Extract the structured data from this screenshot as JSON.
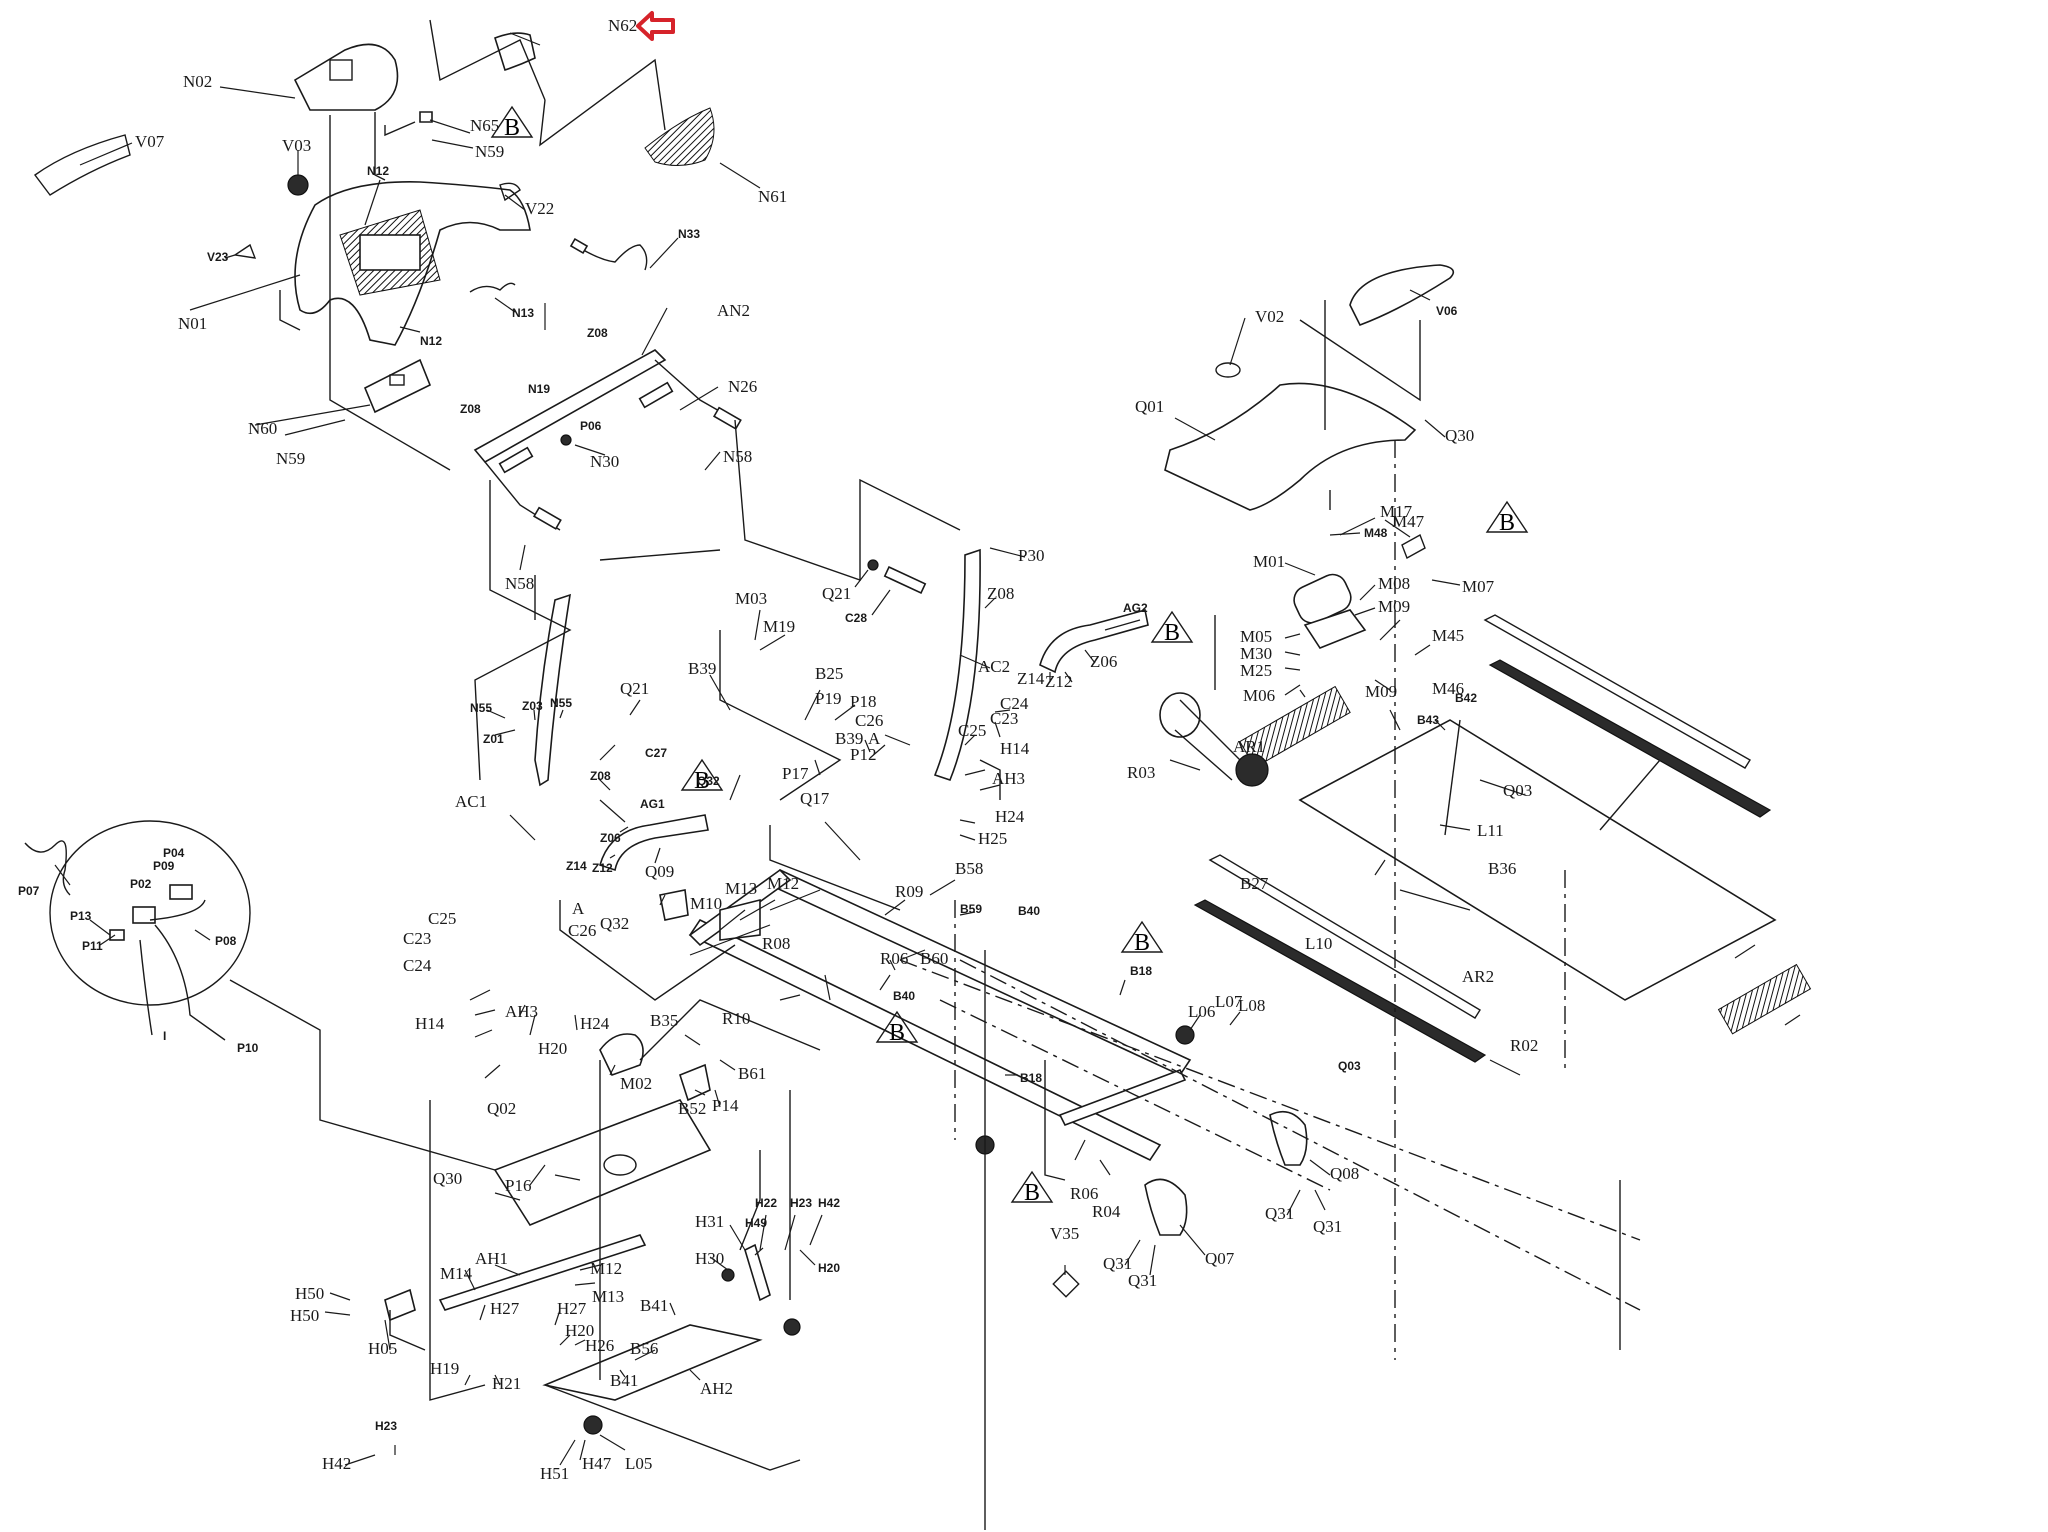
{
  "title": "Treadmill exploded parts diagram",
  "highlight": {
    "part": "N62",
    "arrow_color": "#d6232a",
    "arrow_icon": "left-arrow-icon"
  },
  "revision_marker": "B",
  "labels": {
    "N62": "N62",
    "N02": "N02",
    "N65": "N65",
    "N59": "N59",
    "N61": "N61",
    "V07": "V07",
    "V03": "V03",
    "N12": "N12",
    "V22": "V22",
    "N33": "N33",
    "V23": "V23",
    "N01": "N01",
    "N13": "N13",
    "N12b": "N12",
    "Z08a": "Z08",
    "AN2": "AN2",
    "N19": "N19",
    "N26": "N26",
    "Z08b": "Z08",
    "P06": "P06",
    "N60": "N60",
    "N59b": "N59",
    "N30": "N30",
    "N58a": "N58",
    "N58b": "N58",
    "V02": "V02",
    "V06": "V06",
    "Q01": "Q01",
    "Q30a": "Q30",
    "M17": "M17",
    "M48": "M48",
    "M47": "M47",
    "M01": "M01",
    "M08": "M08",
    "M07": "M07",
    "M09a": "M09",
    "M05": "M05",
    "M30": "M30",
    "M25": "M25",
    "M06": "M06",
    "M45": "M45",
    "M09b": "M09",
    "M46": "M46",
    "B42": "B42",
    "B43": "B43",
    "AR1": "AR1",
    "R03": "R03",
    "Q03a": "Q03",
    "L11": "L11",
    "B36": "B36",
    "B27": "B27",
    "L10": "L10",
    "AR2": "AR2",
    "R02": "R02",
    "Q03b": "Q03",
    "P30": "P30",
    "Q21a": "Q21",
    "C28": "C28",
    "Z08c": "Z08",
    "AC2": "AC2",
    "AG2": "AG2",
    "Z06a": "Z06",
    "Z14a": "Z14",
    "Z12a": "Z12",
    "M03": "M03",
    "M19": "M19",
    "B39a": "B39",
    "B25": "B25",
    "P19": "P19",
    "P18": "P18",
    "C26a": "C26",
    "A1": "A",
    "C24a": "C24",
    "C23a": "C23",
    "C25a": "C25",
    "B39b": "B39",
    "P12": "P12",
    "P17": "P17",
    "H14a": "H14",
    "AH3a": "AH3",
    "H24a": "H24",
    "H25": "H25",
    "Q17": "Q17",
    "N55a": "N55",
    "Z03": "Z03",
    "N55b": "N55",
    "Q21b": "Q21",
    "Z01": "Z01",
    "C27": "C27",
    "Z08d": "Z08",
    "AG1": "AG1",
    "AC1": "AC1",
    "Z06b": "Z06",
    "Z14b": "Z14",
    "Z12b": "Z12",
    "Q32a": "Q32",
    "Q09": "Q09",
    "Q32b": "Q32",
    "M13a": "M13",
    "M12a": "M12",
    "M10": "M10",
    "R09": "R09",
    "B58": "B58",
    "B59": "B59",
    "B40a": "B40",
    "R08": "R08",
    "R06a": "R06",
    "B60": "B60",
    "B40b": "B40",
    "R10": "R10",
    "C25b": "C25",
    "C23b": "C23",
    "C24b": "C24",
    "A2": "A",
    "C26b": "C26",
    "H14b": "H14",
    "AH3b": "AH3",
    "H20a": "H20",
    "H24b": "H24",
    "M02": "M02",
    "B35": "B35",
    "B61": "B61",
    "B52": "B52",
    "P14": "P14",
    "B18a": "B18",
    "L06": "L06",
    "L07": "L07",
    "L08": "L08",
    "B18b": "B18",
    "R06b": "R06",
    "R04": "R04",
    "Q08": "Q08",
    "Q31a": "Q31",
    "Q31b": "Q31",
    "V35": "V35",
    "Q31c": "Q31",
    "Q31d": "Q31",
    "Q07": "Q07",
    "P04": "P04",
    "P09": "P09",
    "P02": "P02",
    "P07": "P07",
    "P13": "P13",
    "P11": "P11",
    "P08": "P08",
    "P10": "P10",
    "I": "I",
    "Q02": "Q02",
    "P16": "P16",
    "Q30b": "Q30",
    "H31": "H31",
    "H22": "H22",
    "H23a": "H23",
    "H42a": "H42",
    "H49": "H49",
    "H20b": "H20",
    "H30": "H30",
    "AH1": "AH1",
    "M14": "M14",
    "M12b": "M12",
    "M13b": "M13",
    "H50a": "H50",
    "H50b": "H50",
    "H27a": "H27",
    "H27b": "H27",
    "H05": "H05",
    "H20c": "H20",
    "H26": "H26",
    "B56": "B56",
    "B41a": "B41",
    "B41b": "B41",
    "H19": "H19",
    "H21": "H21",
    "AH2": "AH2",
    "H23b": "H23",
    "H42b": "H42",
    "H51": "H51",
    "H47": "H47",
    "L05": "L05"
  }
}
